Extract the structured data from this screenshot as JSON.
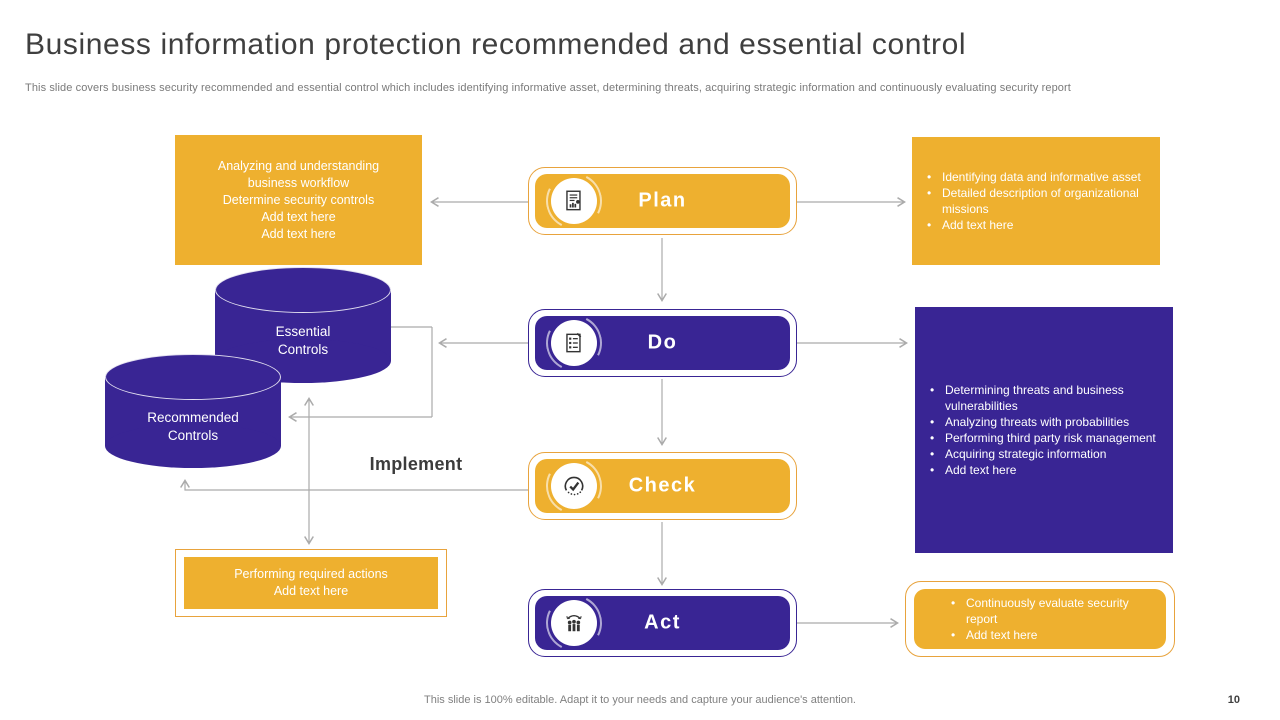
{
  "slide": {
    "title": "Business information protection recommended and essential control",
    "subtitle": "This slide covers business security recommended and essential control which includes identifying informative asset, determining threats, acquiring strategic information and continuously evaluating security report",
    "footer": "This slide is 100% editable. Adapt it to your needs and capture your audience's attention.",
    "page_number": "10"
  },
  "colors": {
    "orange": "#EEB02F",
    "orange_border": "#E8A33D",
    "purple": "#392594",
    "connector_gray": "#ABABAB",
    "title_text": "#3F3F3F",
    "muted_text": "#7A7A7A"
  },
  "icons": {
    "plan": "report-chart-icon",
    "do": "checklist-icon",
    "check": "gauge-check-icon",
    "act": "team-growth-icon"
  },
  "stages": {
    "plan": {
      "label": "Plan"
    },
    "do": {
      "label": "Do"
    },
    "check": {
      "label": "Check"
    },
    "act": {
      "label": "Act"
    }
  },
  "boxes": {
    "plan_left": {
      "lines": [
        "Analyzing and understanding business workflow",
        "Determine security controls",
        "Add text here",
        "Add text here"
      ]
    },
    "plan_right": {
      "bullets": [
        "Identifying data and informative asset",
        "Detailed description of organizational missions",
        "Add text here"
      ]
    },
    "do_right": {
      "bullets": [
        "Determining threats and business vulnerabilities",
        "Analyzing threats with probabilities",
        "Performing third party risk management",
        "Acquiring strategic information",
        "Add text here"
      ]
    },
    "check_left": {
      "lines": [
        "Performing required actions",
        "Add text here"
      ]
    },
    "act_right": {
      "bullets": [
        "Continuously evaluate security report",
        "Add text here"
      ]
    }
  },
  "cylinders": {
    "essential": {
      "line1": "Essential",
      "line2": "Controls"
    },
    "recommended": {
      "line1": "Recommended",
      "line2": "Controls"
    }
  },
  "labels": {
    "implement": "Implement"
  }
}
